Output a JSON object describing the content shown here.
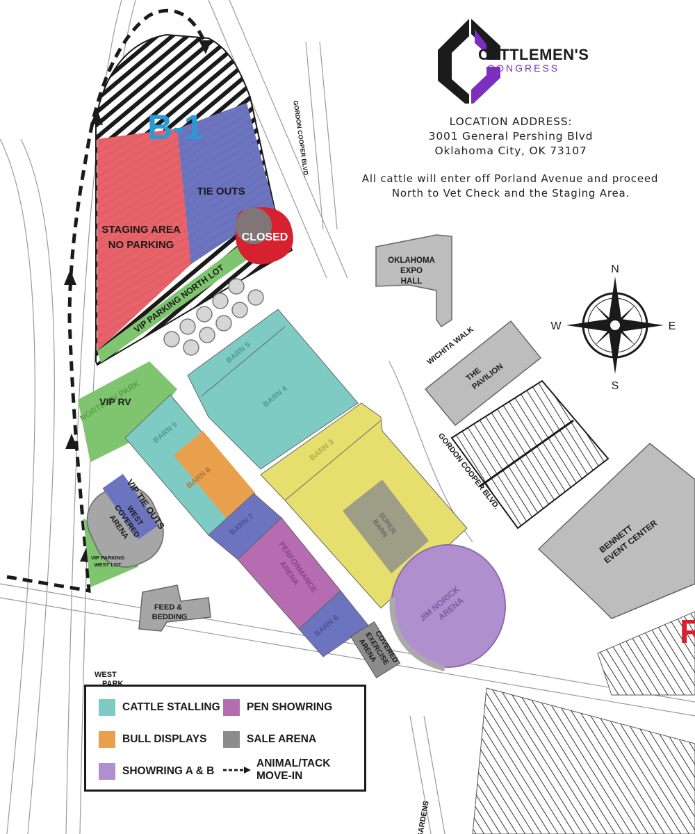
{
  "branding": {
    "brand_main": "CATTLEMEN'S",
    "brand_sub": "CONGRESS",
    "colors": {
      "dark": "#1b1b1b",
      "purple": "#7a2fbf"
    }
  },
  "address": {
    "heading": "LOCATION ADDRESS:",
    "line1": "3001 General Pershing Blvd",
    "line2": "Oklahoma City, OK 73107"
  },
  "note": {
    "line1": "All cattle will enter off Porland Avenue and proceed",
    "line2": "North to Vet Check and the Staging Area."
  },
  "map": {
    "lot_label": "B-1",
    "staging_line1": "STAGING AREA",
    "staging_line2": "NO PARKING",
    "tie_outs": "TIE OUTS",
    "closed": "CLOSED",
    "vip_north": "VIP PARKING NORTH LOT",
    "north_rv_park": "NORTH RV PARK",
    "vip_rv": "VIP RV",
    "vip_tie_outs": "VIP TIE OUTS",
    "west_covered_1": "WEST",
    "west_covered_2": "COVERED",
    "west_covered_3": "ARENA",
    "vip_west_1": "VIP PARKING",
    "vip_west_2": "WEST LOT",
    "feed_1": "FEED &",
    "feed_2": "BEDDING",
    "west_park_1": "WEST",
    "west_park_2": "PARK",
    "barn5": "BARN 5",
    "barn4": "BARN 4",
    "barn9": "BARN 9",
    "barn8": "BARN 8",
    "barn7": "BARN 7",
    "barn3": "BARN 3",
    "barn6": "BARN 6",
    "performance_1": "PERFORMANCE",
    "performance_2": "ARENA",
    "super_barn_1": "SUPER",
    "super_barn_2": "BARN",
    "covered_ex_1": "COVERED",
    "covered_ex_2": "EXERCISE",
    "covered_ex_3": "ARENA",
    "jim_norick_1": "JIM NORICK",
    "jim_norick_2": "ARENA",
    "expo_1": "OKLAHOMA",
    "expo_2": "EXPO",
    "expo_3": "HALL",
    "wichita_walk": "WICHITA WALK",
    "pavilion_1": "THE",
    "pavilion_2": "PAVILION",
    "gordon_cooper_1": "GORDON COOPER BLVD.",
    "gordon_cooper_2": "GORDON COOPER BLVD.",
    "bennett_1": "BENNETT",
    "bennett_2": "EVENT CENTER",
    "gardens": "GARDENS",
    "partial_red": "R"
  },
  "compass": {
    "n": "N",
    "s": "S",
    "e": "E",
    "w": "W"
  },
  "legend": {
    "items": [
      {
        "label": "CATTLE STALLING",
        "color": "#7ecbc4"
      },
      {
        "label": "BULL DISPLAYS",
        "color": "#e8a04c"
      },
      {
        "label": "SHOWRING A & B",
        "color": "#b08fcf"
      },
      {
        "label": "PEN SHOWRING",
        "color": "#b56cb0"
      },
      {
        "label": "SALE ARENA",
        "color": "#8c8c8c"
      }
    ],
    "move_in_1": "ANIMAL/TACK",
    "move_in_2": "MOVE-IN"
  },
  "colors": {
    "staging": "#e8626a",
    "tie_outs": "#6c74c0",
    "vip_green": "#7fc46e",
    "closed_red": "#d6222f",
    "lot_label": "#2a9ad6",
    "building_gray": "#bdbdbd",
    "barn3_yellow": "#e6df6e"
  }
}
